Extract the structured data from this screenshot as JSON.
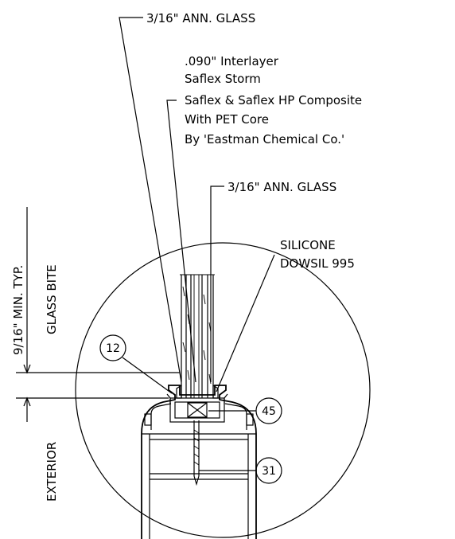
{
  "labels": {
    "outer_glass": "3/16\" ANN. GLASS",
    "interlayer_1": ".090\" Interlayer",
    "interlayer_2": "Saflex Storm",
    "interlayer_3": "Saflex & Saflex HP Composite",
    "interlayer_4": "With PET Core",
    "interlayer_5": "By 'Eastman Chemical Co.'",
    "inner_glass": "3/16\" ANN. GLASS",
    "silicone_1": "SILICONE",
    "silicone_2": "DOWSIL 995",
    "bite_dim": "9/16\" MIN. TYP.",
    "bite_label": "GLASS BITE",
    "exterior": "EXTERIOR"
  },
  "callouts": {
    "c12": "12",
    "c45": "45",
    "c31": "31"
  }
}
